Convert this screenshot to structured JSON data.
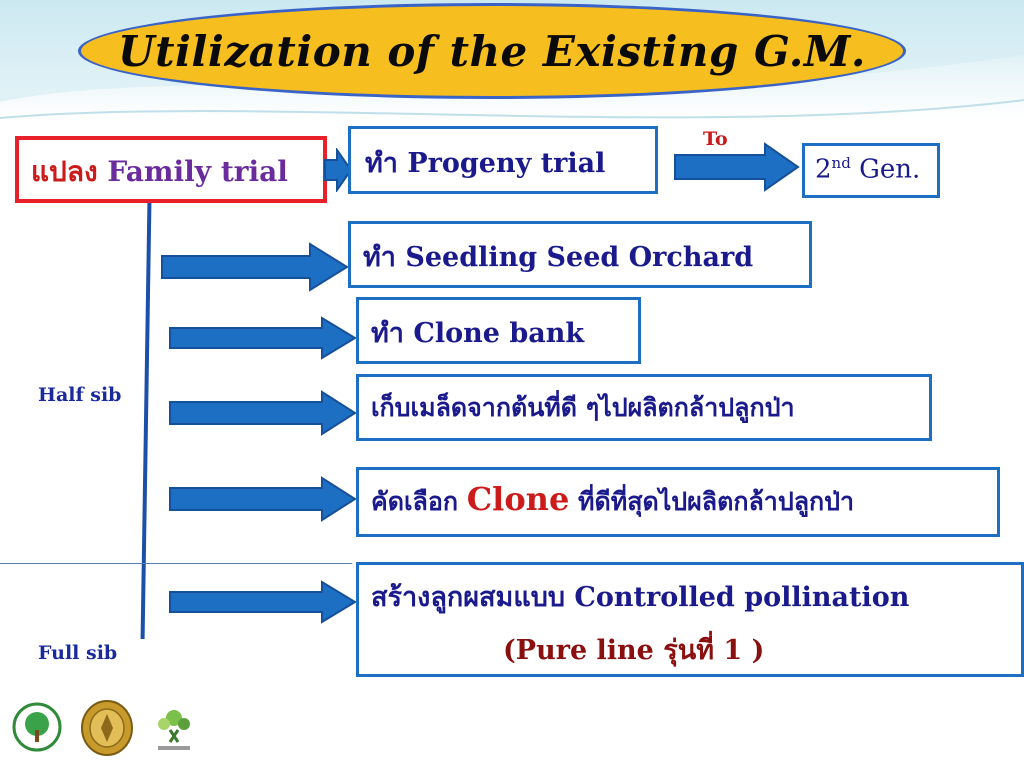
{
  "title": "Utilization of the Existing G.M.",
  "source_box": {
    "thai": "แปลง",
    "en": "Family trial"
  },
  "to_label": "To",
  "gen_box": {
    "num": "2",
    "sup": "nd",
    "rest": " Gen."
  },
  "boxes": [
    {
      "thai": "ทำ",
      "en": "Progeny trial"
    },
    {
      "thai": "ทำ",
      "en": "Seedling Seed Orchard"
    },
    {
      "thai": "ทำ",
      "en": "Clone bank"
    },
    {
      "text": "เก็บเมล็ดจากต้นที่ดี ๆไปผลิตกล้าปลูกป่า"
    },
    {
      "pre": "คัดเลือก",
      "mid": "Clone",
      "post": "ที่ดีที่สุดไปผลิตกล้าปลูกป่า"
    },
    {
      "line1_thai": "สร้างลูกผสมแบบ",
      "line1_en": "Controlled  pollination",
      "line2_open": "(",
      "line2_en": "Pure line",
      "line2_thai": "รุ่นที่ 1",
      "line2_close": " )"
    }
  ],
  "half_sib": "Half sib",
  "full_sib": "Full sib",
  "colors": {
    "oval": "#f6be1f",
    "arrow": "#1c6fc2",
    "box_border": "#1c6fc2",
    "source_border": "#e8202a"
  },
  "icons": [
    "tree-emblem-icon",
    "royal-seal-icon",
    "tree-logo-icon"
  ]
}
